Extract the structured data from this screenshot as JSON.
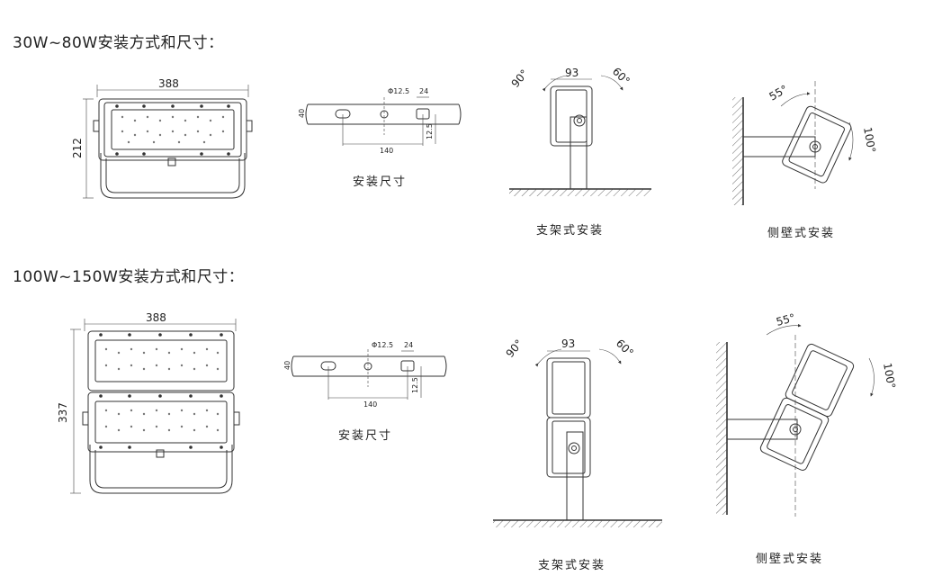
{
  "sections": [
    {
      "title": "30W~80W安装方式和尺寸：",
      "front": {
        "width": "388",
        "height": "212"
      },
      "mount": {
        "hole": "Φ12.5",
        "slot": "24",
        "height": "40",
        "spacing": "140",
        "offset": "12.5",
        "caption": "安装尺寸"
      },
      "bracket": {
        "width": "93",
        "angle_left": "90°",
        "angle_right": "60°",
        "caption": "支架式安装"
      },
      "wall": {
        "angle_top": "55°",
        "angle_side": "100°",
        "caption": "侧壁式安装"
      }
    },
    {
      "title": "100W~150W安装方式和尺寸：",
      "front": {
        "width": "388",
        "height": "337"
      },
      "mount": {
        "hole": "Φ12.5",
        "slot": "24",
        "height": "40",
        "spacing": "140",
        "offset": "12.5",
        "caption": "安装尺寸"
      },
      "bracket": {
        "width": "93",
        "angle_left": "90°",
        "angle_right": "60°",
        "caption": "支架式安装"
      },
      "wall": {
        "angle_top": "55°",
        "angle_side": "100°",
        "caption": "侧壁式安装"
      }
    }
  ]
}
